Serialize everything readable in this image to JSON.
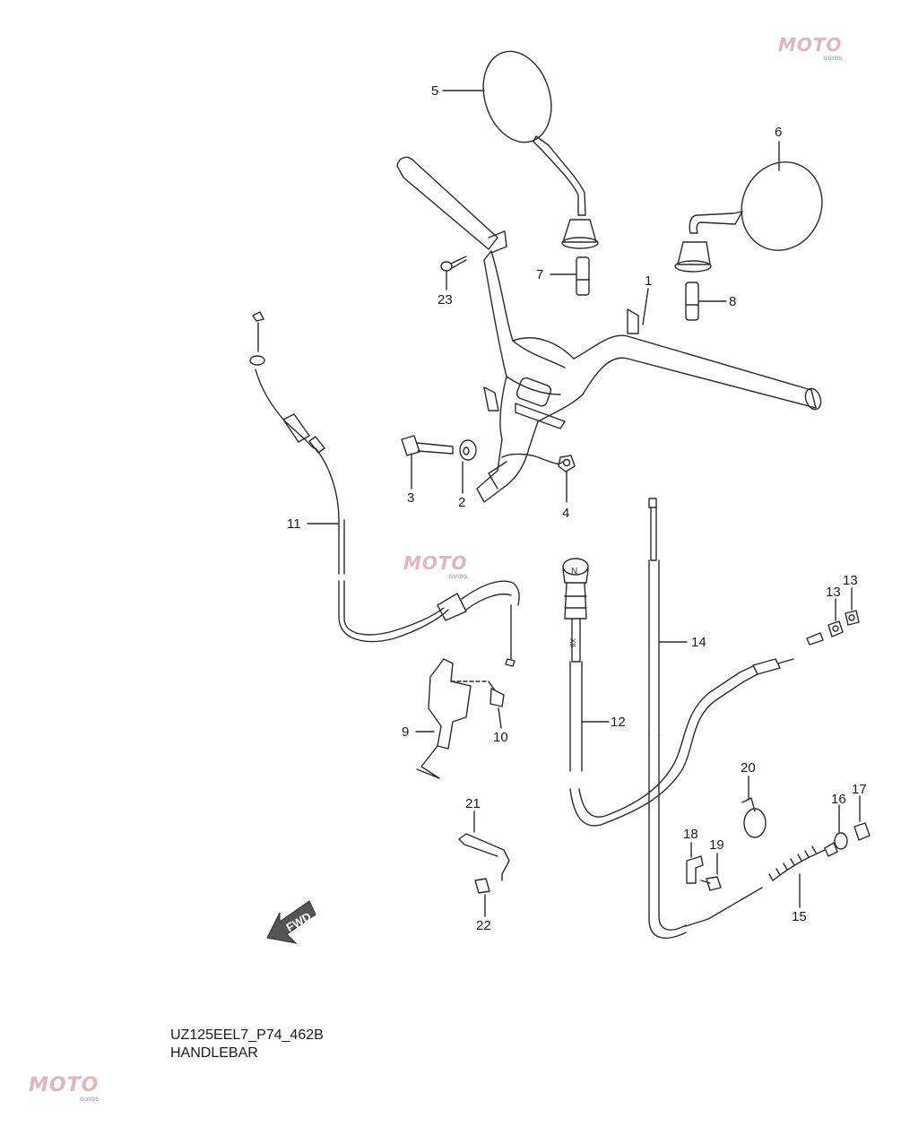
{
  "diagram": {
    "callouts": [
      {
        "id": "1",
        "label": "1"
      },
      {
        "id": "2",
        "label": "2"
      },
      {
        "id": "3",
        "label": "3"
      },
      {
        "id": "4",
        "label": "4"
      },
      {
        "id": "5",
        "label": "5"
      },
      {
        "id": "6",
        "label": "6"
      },
      {
        "id": "7",
        "label": "7"
      },
      {
        "id": "8",
        "label": "8"
      },
      {
        "id": "9",
        "label": "9"
      },
      {
        "id": "10",
        "label": "10"
      },
      {
        "id": "11",
        "label": "11"
      },
      {
        "id": "12",
        "label": "12"
      },
      {
        "id": "13a",
        "label": "13"
      },
      {
        "id": "13b",
        "label": "13"
      },
      {
        "id": "14",
        "label": "14"
      },
      {
        "id": "15",
        "label": "15"
      },
      {
        "id": "16",
        "label": "16"
      },
      {
        "id": "17",
        "label": "17"
      },
      {
        "id": "18",
        "label": "18"
      },
      {
        "id": "19",
        "label": "19"
      },
      {
        "id": "20",
        "label": "20"
      },
      {
        "id": "21",
        "label": "21"
      },
      {
        "id": "22",
        "label": "22"
      },
      {
        "id": "23",
        "label": "23"
      }
    ],
    "fwd_label": "FWD",
    "cable_marks": {
      "throttle": "N",
      "cable": "XII"
    }
  },
  "caption": {
    "code": "UZ125EEL7_P74_462B",
    "title": "HANDLEBAR"
  },
  "watermark": {
    "text": "MOTO",
    "sub": "GUIDS"
  },
  "colors": {
    "line": "#2a2a2a",
    "text": "#1a1a1a",
    "watermark": "#d9a5ad"
  }
}
